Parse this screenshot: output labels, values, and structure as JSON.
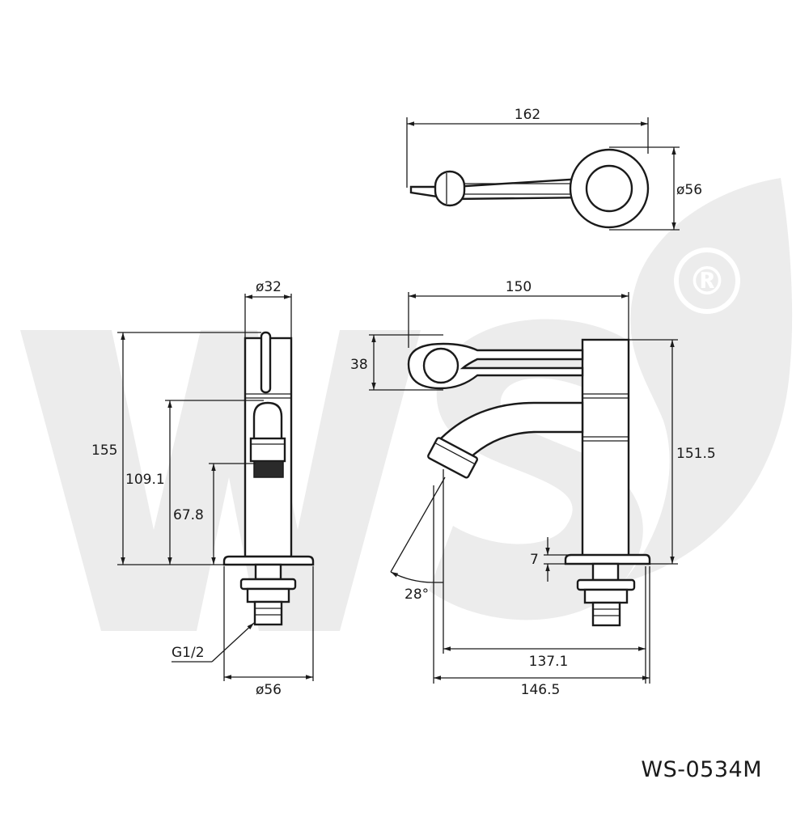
{
  "watermark": {
    "text": "WS",
    "mark": "®"
  },
  "model": "WS-0534M",
  "dimensions": {
    "top_length": "162",
    "top_diameter": "ø56",
    "front_diameter_top": "ø32",
    "front_height_total": "155",
    "front_height_handle": "109.1",
    "front_height_outlet": "67.8",
    "thread": "G1/2",
    "front_diameter_base": "ø56",
    "side_length_top": "150",
    "side_handle_height": "38",
    "side_height": "151.5",
    "side_base_thickness": "7",
    "side_angle": "28°",
    "side_reach": "137.1",
    "side_length_bottom": "146.5"
  },
  "colors": {
    "line": "#1a1a1a",
    "watermark": "#ececec"
  }
}
